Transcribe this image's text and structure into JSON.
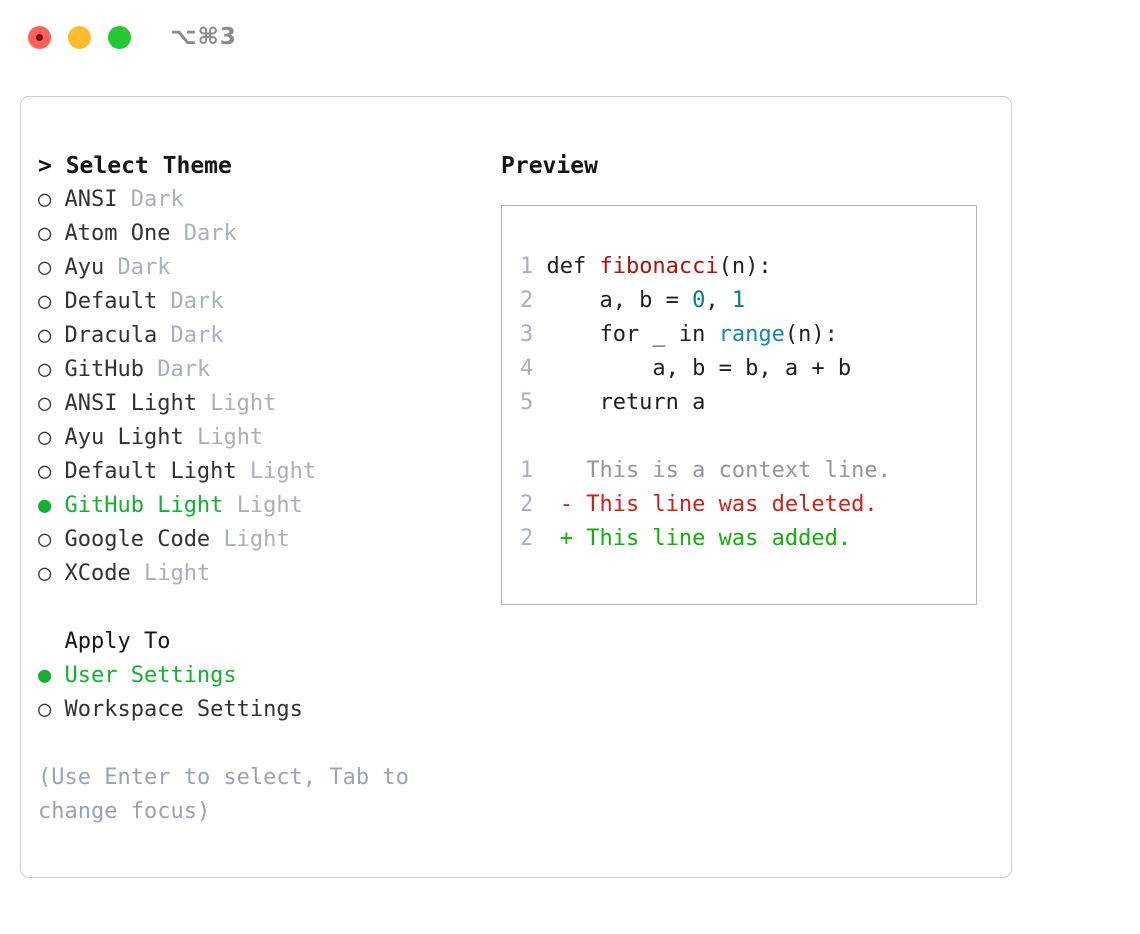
{
  "window": {
    "shortcut": "⌥⌘3",
    "traffic_lights": [
      {
        "name": "close",
        "color": "#ff6159"
      },
      {
        "name": "minimize",
        "color": "#ffbd2e"
      },
      {
        "name": "maximize",
        "color": "#23c833"
      }
    ]
  },
  "theme_picker": {
    "header": "> Select Theme",
    "items": [
      {
        "marker": "○",
        "label": "ANSI",
        "tag": "Dark",
        "selected": false
      },
      {
        "marker": "○",
        "label": "Atom One",
        "tag": "Dark",
        "selected": false
      },
      {
        "marker": "○",
        "label": "Ayu",
        "tag": "Dark",
        "selected": false
      },
      {
        "marker": "○",
        "label": "Default",
        "tag": "Dark",
        "selected": false
      },
      {
        "marker": "○",
        "label": "Dracula",
        "tag": "Dark",
        "selected": false
      },
      {
        "marker": "○",
        "label": "GitHub",
        "tag": "Dark",
        "selected": false
      },
      {
        "marker": "○",
        "label": "ANSI Light",
        "tag": "Light",
        "selected": false
      },
      {
        "marker": "○",
        "label": "Ayu Light",
        "tag": "Light",
        "selected": false
      },
      {
        "marker": "○",
        "label": "Default Light",
        "tag": "Light",
        "selected": false
      },
      {
        "marker": "●",
        "label": "GitHub Light",
        "tag": "Light",
        "selected": true
      },
      {
        "marker": "○",
        "label": "Google Code",
        "tag": "Light",
        "selected": false
      },
      {
        "marker": "○",
        "label": "XCode",
        "tag": "Light",
        "selected": false
      }
    ]
  },
  "apply_to": {
    "header": "  Apply To",
    "items": [
      {
        "marker": "●",
        "label": "User Settings",
        "selected": true
      },
      {
        "marker": "○",
        "label": "Workspace Settings",
        "selected": false
      }
    ]
  },
  "help": {
    "text": "(Use Enter to select, Tab to\nchange focus)"
  },
  "preview": {
    "title": "Preview",
    "code_lines": [
      {
        "num": "1",
        "tokens": [
          {
            "t": "def ",
            "c": "plain"
          },
          {
            "t": "fibonacci",
            "c": "fn"
          },
          {
            "t": "(n):",
            "c": "plain"
          }
        ]
      },
      {
        "num": "2",
        "tokens": [
          {
            "t": "    a, b = ",
            "c": "plain"
          },
          {
            "t": "0",
            "c": "num"
          },
          {
            "t": ", ",
            "c": "plain"
          },
          {
            "t": "1",
            "c": "num"
          }
        ]
      },
      {
        "num": "3",
        "tokens": [
          {
            "t": "    for _ in ",
            "c": "plain"
          },
          {
            "t": "range",
            "c": "call"
          },
          {
            "t": "(n):",
            "c": "plain"
          }
        ]
      },
      {
        "num": "4",
        "tokens": [
          {
            "t": "        a, b = b, a + b",
            "c": "plain"
          }
        ]
      },
      {
        "num": "5",
        "tokens": [
          {
            "t": "    return a",
            "c": "plain"
          }
        ]
      }
    ],
    "diff_lines": [
      {
        "num": "1",
        "tokens": [
          {
            "t": "   This is a context line.",
            "c": "ctx"
          }
        ]
      },
      {
        "num": "2",
        "tokens": [
          {
            "t": " - This line was deleted.",
            "c": "del"
          }
        ]
      },
      {
        "num": "2",
        "tokens": [
          {
            "t": " + This line was added.",
            "c": "add"
          }
        ]
      }
    ]
  },
  "colors": {
    "accent_green": "#16b030",
    "muted_gray": "#a8b0bc",
    "help_gray": "#9aa3b2",
    "code_fn_red": "#a9150f",
    "code_num_teal": "#0d7c7c",
    "code_call_blue": "#1286c4",
    "diff_del_red": "#cf2118",
    "diff_add_green": "#0fb009",
    "panel_border": "#c7ced8",
    "preview_border": "#aab4c2"
  }
}
